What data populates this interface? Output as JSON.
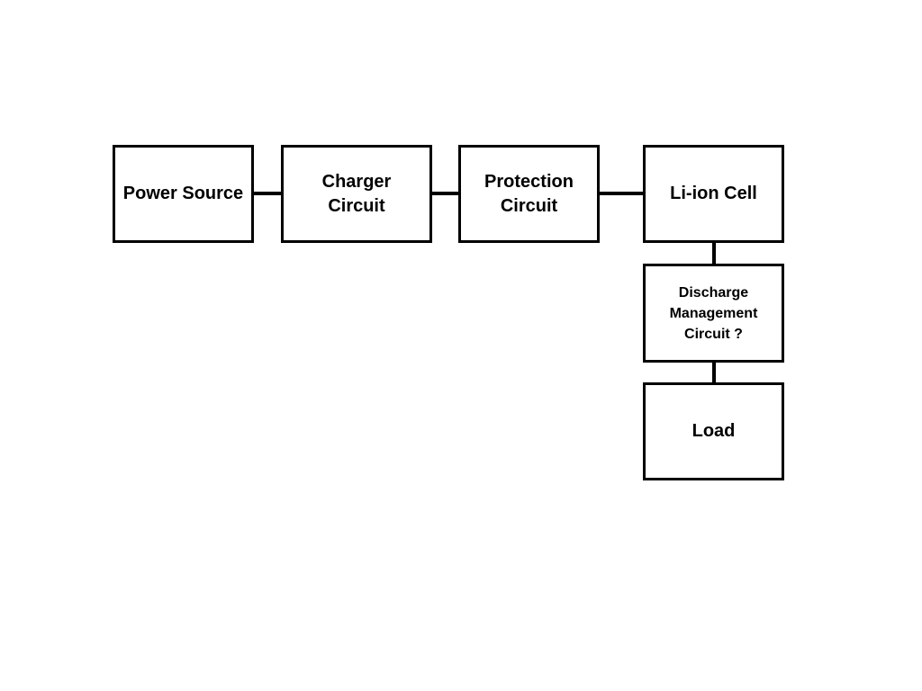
{
  "diagram": {
    "blocks": {
      "power_source": "Power Source",
      "charger": "Charger\nCircuit",
      "protection": "Protection\nCircuit",
      "cell": "Li-ion Cell",
      "discharge": "Discharge\nManagement\nCircuit ?",
      "load": "Load"
    },
    "connections": [
      [
        "power_source",
        "charger"
      ],
      [
        "charger",
        "protection"
      ],
      [
        "protection",
        "cell"
      ],
      [
        "cell",
        "discharge"
      ],
      [
        "discharge",
        "load"
      ]
    ],
    "colors": {
      "line": "#000000",
      "background": "#ffffff"
    }
  }
}
